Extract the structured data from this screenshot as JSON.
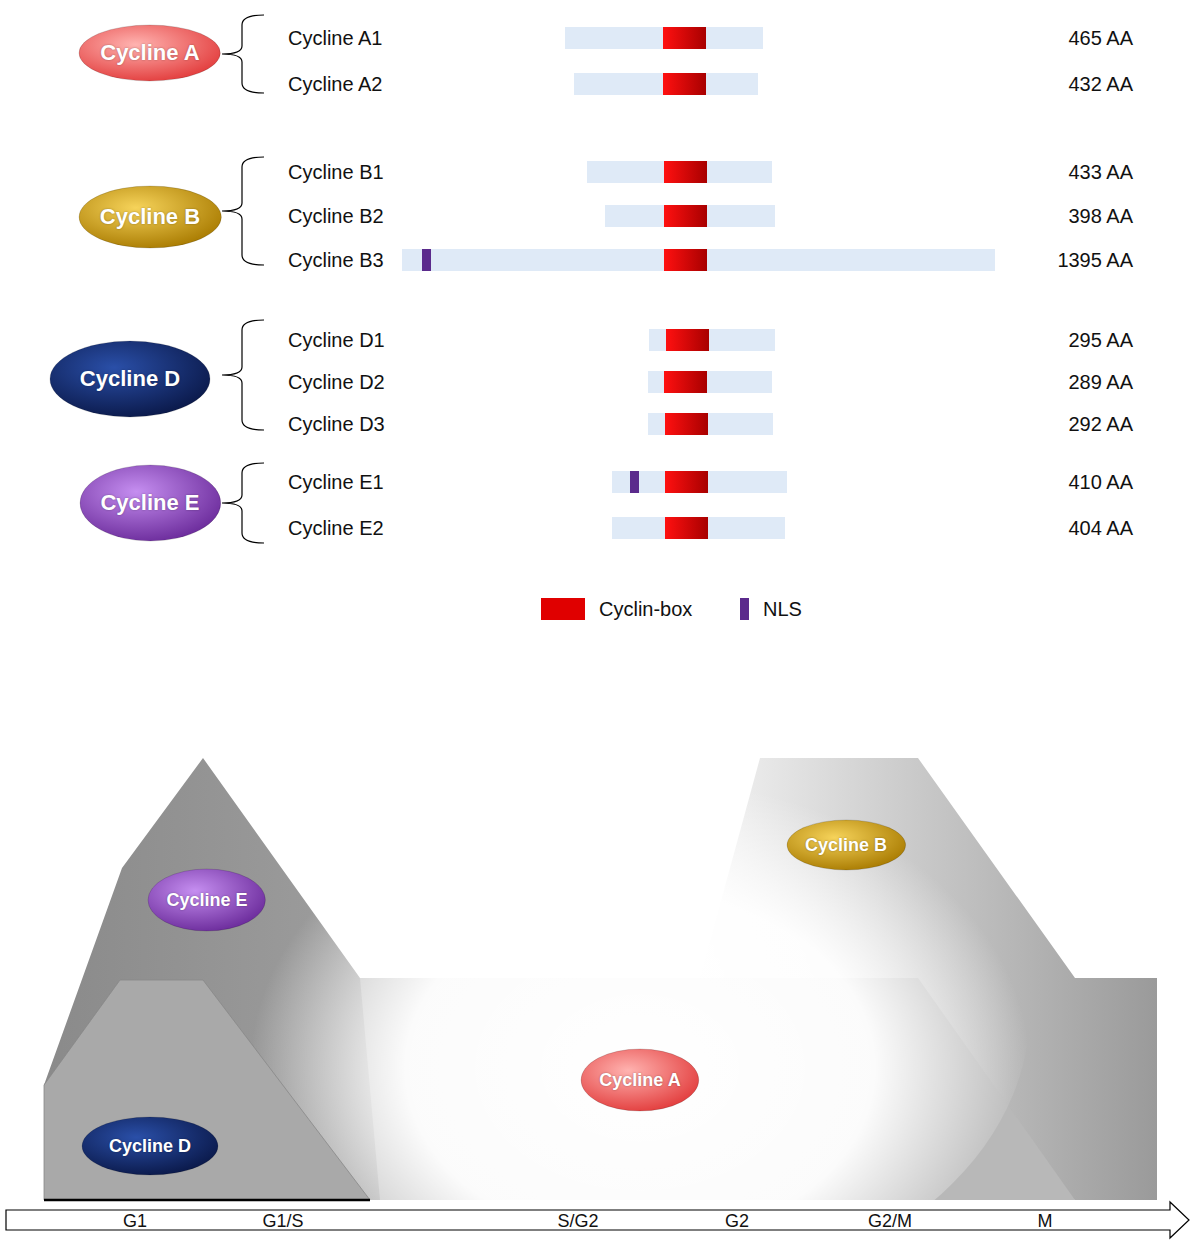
{
  "diagram": {
    "nodes": [
      {
        "text": [
          "Cycline A"
        ]
      },
      {
        "text": [
          "Cycline B"
        ]
      },
      {
        "text": [
          "Cycline D"
        ]
      },
      {
        "text": [
          "Cycline E"
        ]
      },
      {
        "text": [
          "Cycline B"
        ]
      },
      {
        "text": [
          "Cycline E"
        ]
      },
      {
        "text": [
          "Cycline A"
        ]
      },
      {
        "text": [
          "Cycline D"
        ]
      }
    ],
    "labels": [
      "Cycline A1",
      "465 AA",
      "Cycline A2",
      "432 AA",
      "Cycline B1",
      "433 AA",
      "Cycline B2",
      "398 AA",
      "Cycline B3",
      "1395 AA",
      "Cycline D1",
      "295 AA",
      "Cycline D2",
      "289 AA",
      "Cycline D3",
      "292 AA",
      "Cycline E1",
      "410 AA",
      "Cycline E2",
      "404 AA",
      "G1",
      "G1/S",
      "S/G2",
      "G2",
      "G2/M",
      "M"
    ],
    "legend": [
      {
        "text": "Cyclin-box",
        "color": "#e00000"
      },
      {
        "text": "NLS",
        "color": "#5b2a8c"
      }
    ]
  }
}
